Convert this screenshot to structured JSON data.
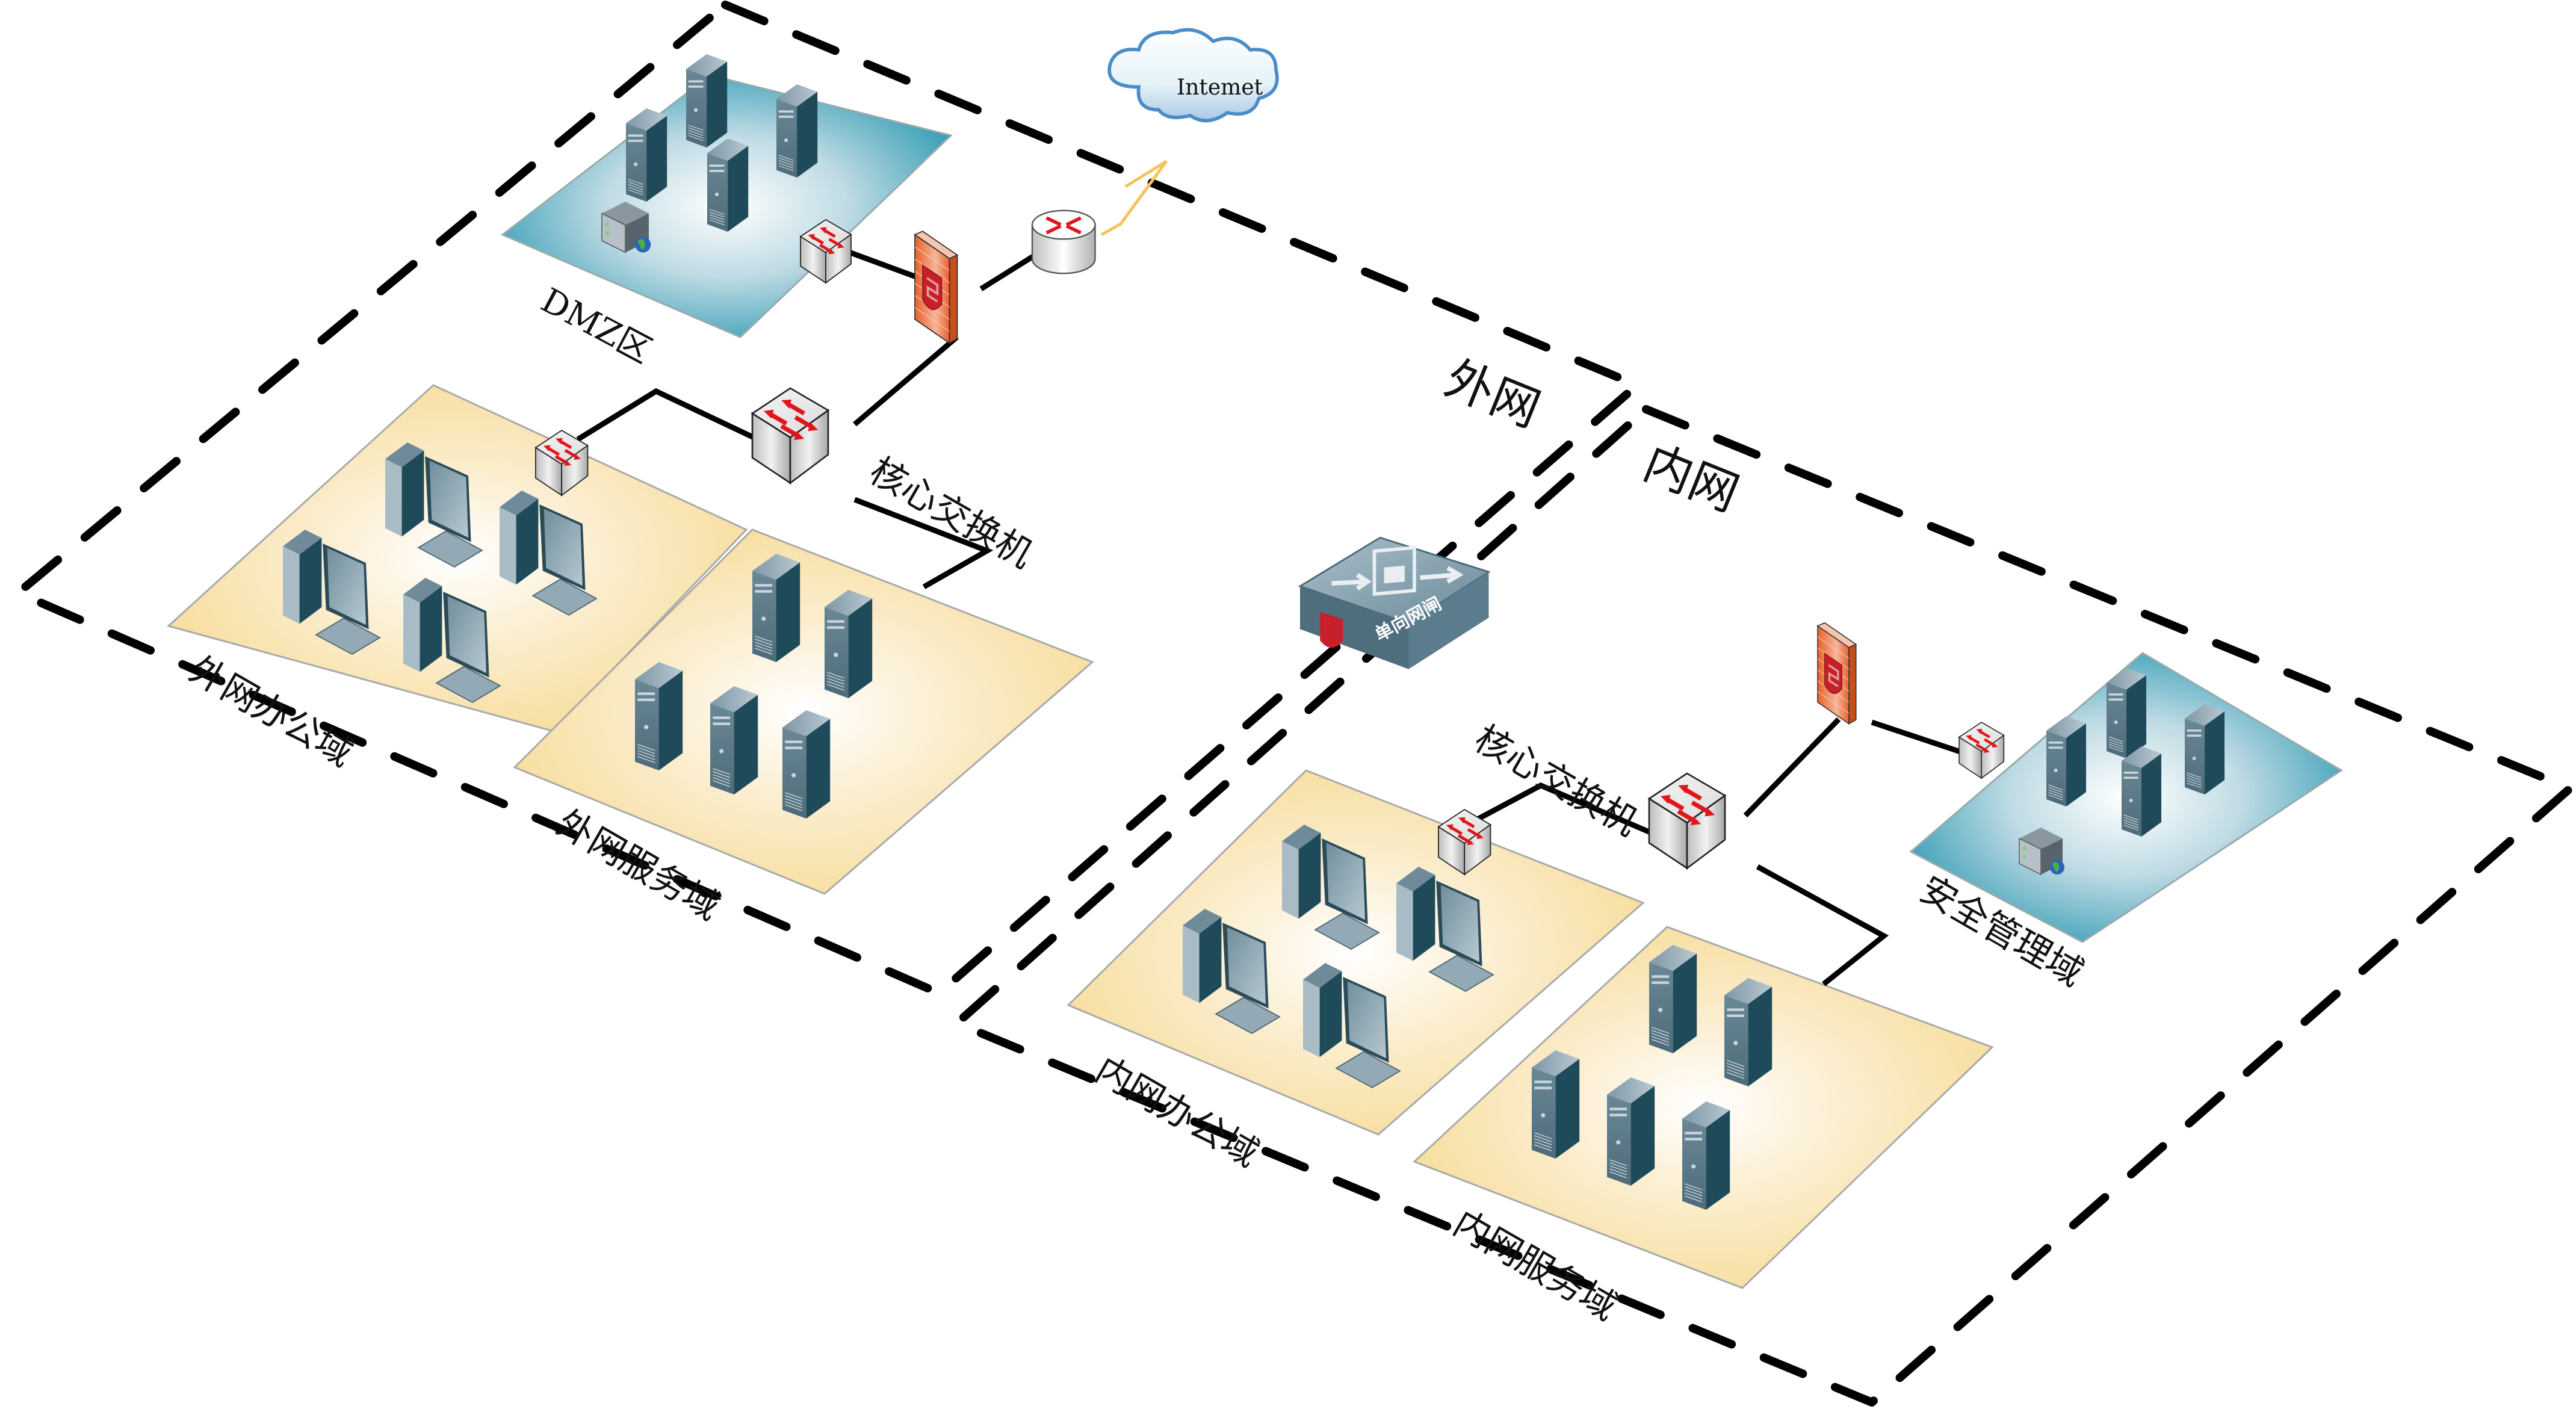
{
  "diagram": {
    "title": "单向网闸 内外网隔离网络拓扑",
    "zones": {
      "outer_network": {
        "label": "外网"
      },
      "inner_network": {
        "label": "内网"
      }
    },
    "internet": {
      "label": "Intemet"
    },
    "dmz": {
      "label": "DMZ区"
    },
    "outer_core_switch": {
      "label": "核心交换机"
    },
    "inner_core_switch": {
      "label": "核心交换机"
    },
    "outer_office": {
      "label": "外网办公域"
    },
    "outer_service": {
      "label": "外网服务域"
    },
    "inner_office": {
      "label": "内网办公域"
    },
    "inner_service": {
      "label": "内网服务域"
    },
    "security_mgmt": {
      "label": "安全管理域"
    },
    "gateway": {
      "label": "单向网闸"
    },
    "colors": {
      "boundary": "#000000",
      "server_zone_teal": "#2596b0",
      "user_zone_yellow": "#f7dd98",
      "firewall_orange": "#ea6a2a",
      "switch_arrow_red": "#e0161b",
      "device_dark": "#1f4a5a",
      "gateway_body": "#5b7c8c",
      "cloud_outline": "#4a8cc8",
      "lightning": "#f4c35a"
    }
  }
}
